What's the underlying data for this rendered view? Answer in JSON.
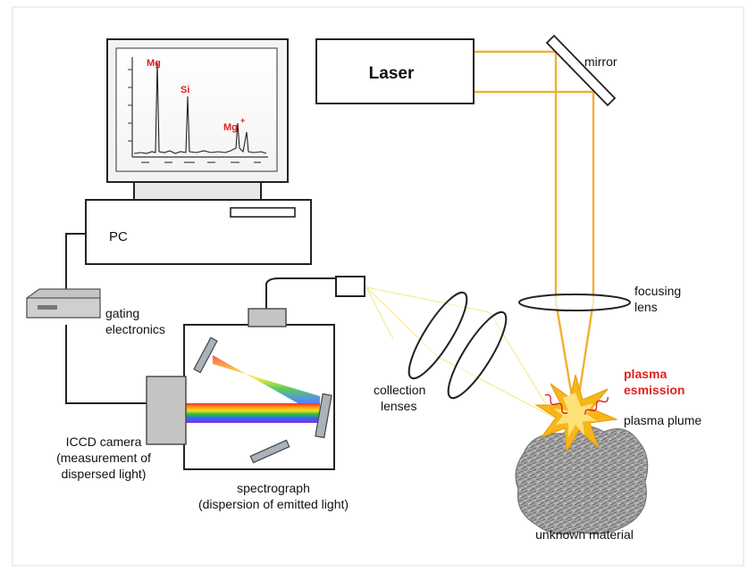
{
  "labels": {
    "laser": "Laser",
    "mirror": "mirror",
    "pc": "PC",
    "gating_line1": "gating",
    "gating_line2": "electronics",
    "focusing_line1": "focusing",
    "focusing_line2": "lens",
    "plasma_emission_line1": "plasma",
    "plasma_emission_line2": "esmission",
    "plasma_plume": "plasma plume",
    "collection_line1": "collection",
    "collection_line2": "lenses",
    "icdd_line1": "ICCD camera",
    "icdd_line2": "(measurement of",
    "icdd_line3": "dispersed light)",
    "spectrograph_line1": "spectrograph",
    "spectrograph_line2": "(dispersion of emitted light)",
    "unknown_material": "unknown material"
  },
  "spectrum": {
    "peaks": [
      {
        "label": "Mg",
        "superscript": ""
      },
      {
        "label": "Si",
        "superscript": ""
      },
      {
        "label": "Mg",
        "superscript": "+"
      }
    ]
  },
  "colors": {
    "laser_beam": "#f0b030",
    "outline": "#222222",
    "box_gray": "#c0c0c0",
    "emission_red": "#e02020",
    "flash": "#f7b61a",
    "rock": "#9a9a9a"
  }
}
